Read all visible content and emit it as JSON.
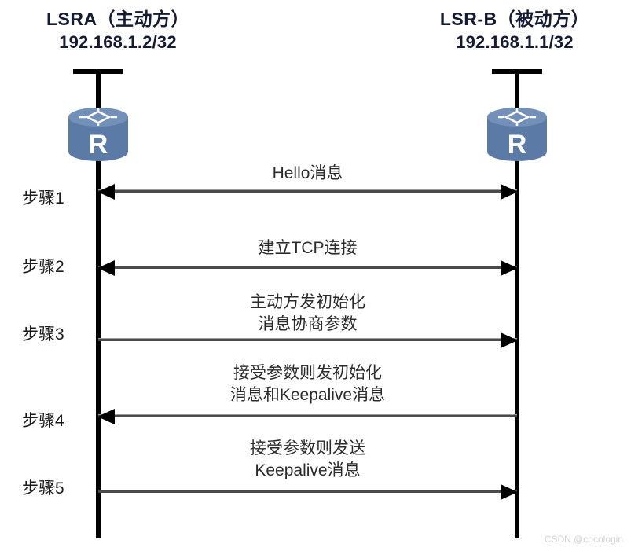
{
  "endpoints": {
    "left": {
      "name": "LSRA（主动方）",
      "ip": "192.168.1.2/32",
      "device_icon": "router-icon"
    },
    "right": {
      "name": "LSR-B（被动方）",
      "ip": "192.168.1.1/32",
      "device_icon": "router-icon"
    }
  },
  "steps": [
    {
      "label": "步骤1",
      "text": "Hello消息",
      "direction": "both"
    },
    {
      "label": "步骤2",
      "text": "建立TCP连接",
      "direction": "both"
    },
    {
      "label": "步骤3",
      "text": "主动方发初始化\n消息协商参数",
      "direction": "right"
    },
    {
      "label": "步骤4",
      "text": "接受参数则发初始化\n消息和Keepalive消息",
      "direction": "left"
    },
    {
      "label": "步骤5",
      "text": "接受参数则发送\nKeepalive消息",
      "direction": "right"
    }
  ],
  "watermark": "CSDN @cocologin",
  "colors": {
    "text": "#151b33",
    "line": "#4a4a4a",
    "router_body": "#5b7ba6",
    "router_top": "#6c8ab4",
    "watermark": "#d2d2d2"
  }
}
